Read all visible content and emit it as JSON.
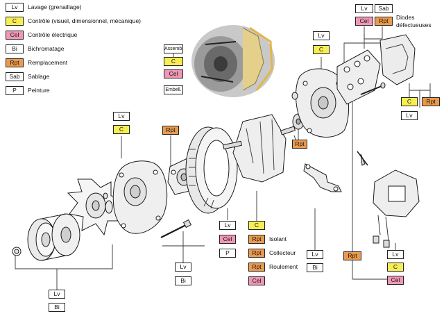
{
  "colors": {
    "Lv": "#ffffff",
    "C": "#f7ee55",
    "Cel": "#ef97b6",
    "Bi": "#ffffff",
    "Rpt": "#ea9a4d",
    "Sab": "#ffffff",
    "P": "#ffffff",
    "line": "#333333",
    "part_line": "#1a1a1a",
    "part_fill": "#f3f3f3"
  },
  "legend": [
    {
      "code": "Lv",
      "text": "Lavage (grenaillage)"
    },
    {
      "code": "C",
      "text": "Contrôle (visuel, dimensionnel, mécanique)"
    },
    {
      "code": "Cel",
      "text": "Contrôle électrique"
    },
    {
      "code": "Bi",
      "text": "Bichromatage"
    },
    {
      "code": "Rpt",
      "text": "Remplacement"
    },
    {
      "code": "Sab",
      "text": "Sablage"
    },
    {
      "code": "P",
      "text": "Peinture"
    }
  ],
  "photo_tags": [
    "Assemb.",
    "C",
    "Cel",
    "Embell."
  ],
  "tags": {
    "diodes": [
      "Lv",
      "Sab",
      "Cel",
      "Rpt"
    ],
    "bracket": [
      "Lv",
      "C"
    ],
    "regulator_right": [
      "C",
      "Rpt",
      "Lv"
    ],
    "front_housing": [
      "Lv",
      "C"
    ],
    "bearing_rpt": "Rpt",
    "rotor_bearing_rpt": "Rpt",
    "stator": [
      "Lv",
      "Cel",
      "P"
    ],
    "rotor": [
      "C",
      "Rpt",
      "Rpt",
      "Rpt",
      "Cel"
    ],
    "stud": [
      "Lv",
      "Bi"
    ],
    "pulley": [
      "Lv",
      "Bi"
    ],
    "clip": [
      "Lv",
      "Bi"
    ],
    "brush_rpt": "Rpt",
    "brush_holder": [
      "Lv",
      "C",
      "Cel"
    ]
  },
  "labels": {
    "diodes_title": "Diodes défectueuses",
    "rotor_rows": [
      "Isolant",
      "Collecteur",
      "Roulement"
    ]
  }
}
